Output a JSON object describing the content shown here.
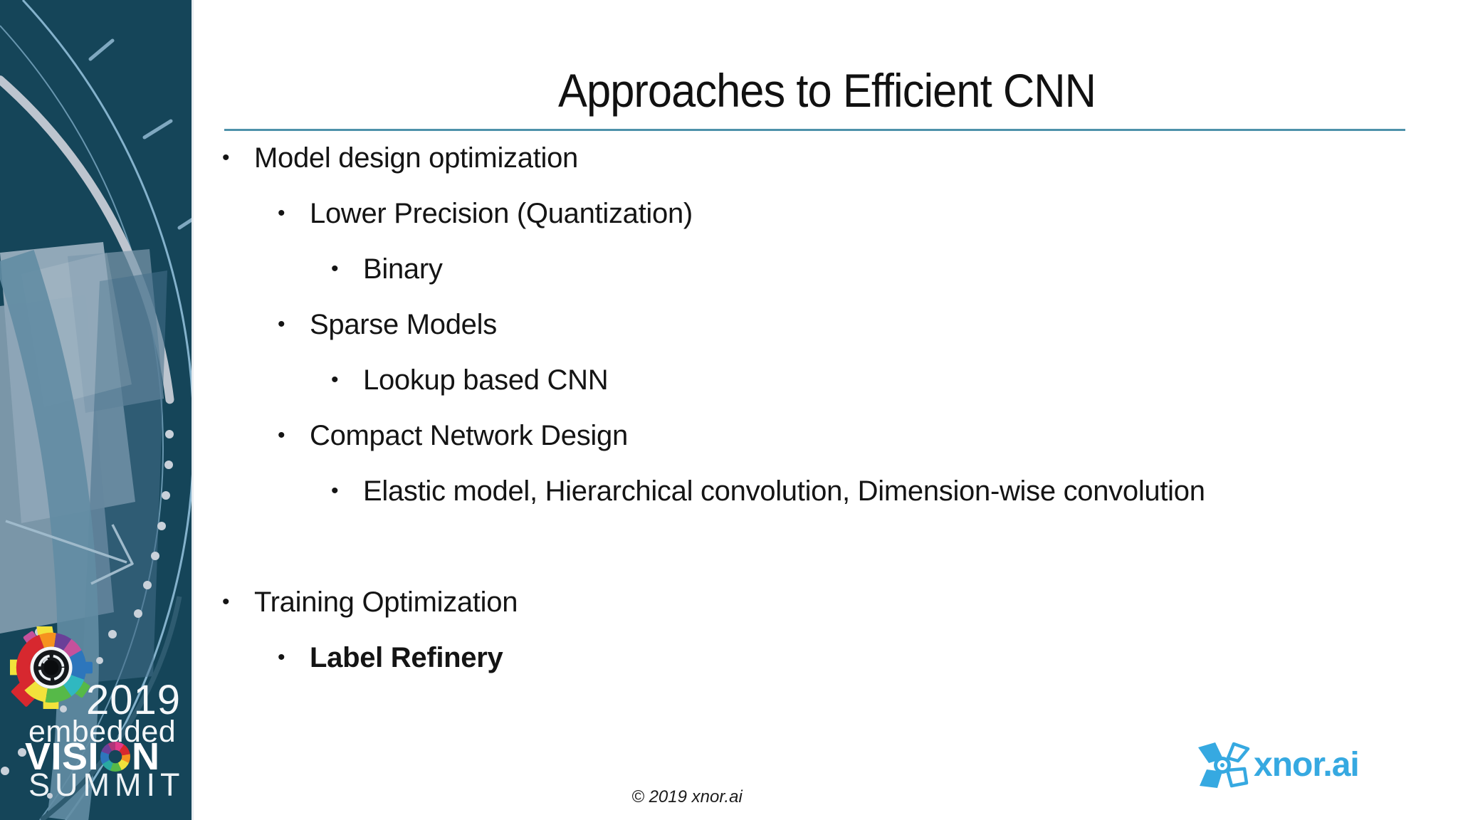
{
  "slide": {
    "title": "Approaches to Efficient CNN",
    "bullets": [
      {
        "level": 1,
        "text": "Model design optimization"
      },
      {
        "level": 2,
        "text": "Lower Precision (Quantization)"
      },
      {
        "level": 3,
        "text": "Binary"
      },
      {
        "level": 2,
        "text": "Sparse Models"
      },
      {
        "level": 3,
        "text": "Lookup based CNN"
      },
      {
        "level": 2,
        "text": "Compact Network Design"
      },
      {
        "level": 3,
        "text": "Elastic model, Hierarchical convolution, Dimension-wise convolution"
      },
      {
        "level": 1,
        "text": "Training Optimization",
        "spaced": true
      },
      {
        "level": 2,
        "text": "Label Refinery",
        "bold": true
      }
    ],
    "footer": "© 2019 xnor.ai"
  },
  "sidebar_logo": {
    "year": "2019",
    "embedded": "embedded",
    "vision_parts": [
      "VISI",
      "N"
    ],
    "summit": "SUMMIT"
  },
  "xnor": {
    "wordmark": "xnor.ai"
  },
  "colors": {
    "sidebar_background": "#154559",
    "title_underline": "#4E92AA",
    "body_text": "#141414",
    "xnor_blue": "#36A9E1",
    "sidebar_arc_light": "#84B2CC",
    "sidebar_arc_gray": "#BDC5CF",
    "sidebar_swath": "#9FB3C2"
  }
}
